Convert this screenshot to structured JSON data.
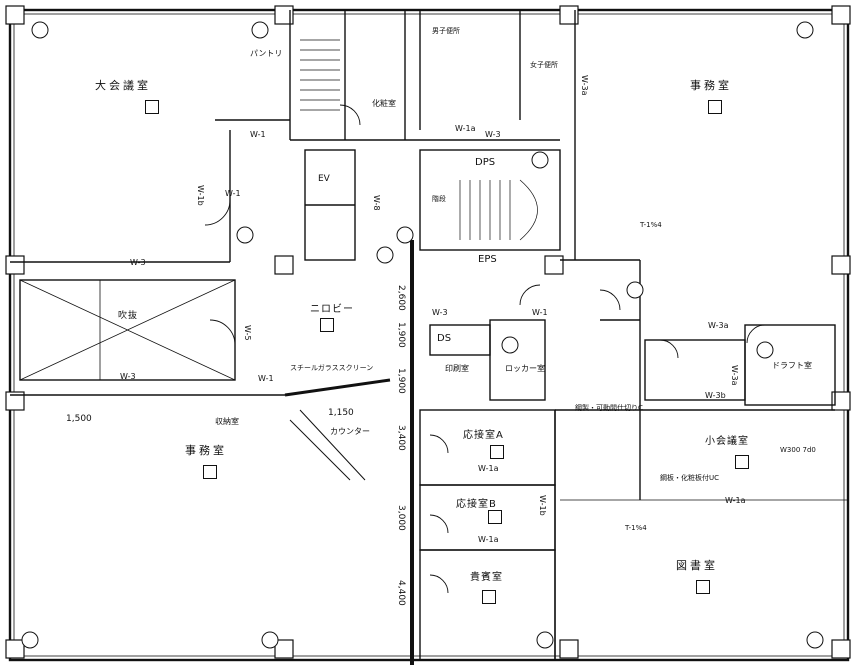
{
  "rooms": {
    "large_meeting": "大会議室",
    "office_ne": "事務室",
    "office_w": "事務室",
    "library": "図書室",
    "small_meeting": "小会議室",
    "reception_a": "応接室A",
    "reception_b": "応接室B",
    "guest_room": "貴賓室",
    "lobby": "ニロビー",
    "hall_ev": "EV",
    "pantry": "パントリ",
    "storage": "収納室",
    "counter": "カウンター",
    "dps": "DPS",
    "eps": "EPS",
    "ds": "DS",
    "void": "吹抜",
    "locker": "ロッカー室",
    "copy_room": "印刷室",
    "draft_room": "ドラフト室",
    "male_wc": "男子便所",
    "female_wc": "女子便所",
    "dressing": "化粧室",
    "staircase": "階段"
  },
  "wall_types": {
    "w1": "W-1",
    "w1a": "W-1a",
    "w1b": "W-1b",
    "w3": "W-3",
    "w3a": "W-3a",
    "w3b": "W-3b",
    "w5": "W-5",
    "w8": "W-8",
    "w300": "W300 7d0"
  },
  "dimensions": [
    "2,600",
    "1,900",
    "1,900",
    "3,400",
    "3,000",
    "4,400",
    "1,500",
    "1,150"
  ],
  "notes": {
    "glass_screen": "スチールガラススクリーン",
    "partition_note": "鋼製・可動間仕切りC",
    "board_note": "鋼板・化粧板付UC",
    "ref": "T-1%4"
  }
}
